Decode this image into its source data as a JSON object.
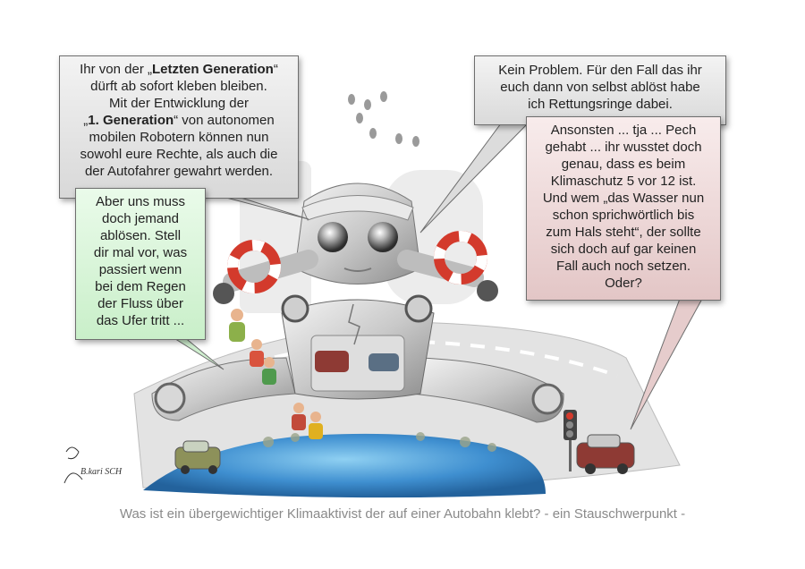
{
  "bubble_top_left": {
    "lines": [
      "Ihr von der „Letzten Generation“",
      "dürft ab sofort kleben bleiben.",
      "Mit der Entwicklung der",
      "„1. Generation“ von autonomen",
      "mobilen Robotern können nun",
      "sowohl eure Rechte, als auch die",
      "der Autofahrer gewahrt werden."
    ]
  },
  "bubble_green": {
    "lines": [
      "Aber uns muss",
      "doch jemand",
      "ablösen. Stell",
      "dir mal vor, was",
      "passiert wenn",
      "bei dem Regen",
      "der Fluss über",
      "das Ufer tritt ..."
    ]
  },
  "bubble_top_right": {
    "lines": [
      "Kein Problem. Für den Fall das ihr",
      "euch dann von selbst ablöst habe",
      "ich Rettungsringe dabei."
    ]
  },
  "bubble_pink": {
    "lines": [
      "Ansonsten ... tja ... Pech",
      "gehabt ... ihr wusstet doch",
      "genau, dass es beim",
      "Klimaschutz 5 vor 12 ist.",
      "Und wem „das Wasser nun",
      "schon sprichwörtlich bis",
      "zum Hals steht“, der sollte",
      "sich doch auf gar keinen",
      "Fall  auch noch setzen.",
      "Oder?"
    ]
  },
  "caption": "Was ist ein übergewichtiger Klimaaktivist der auf einer Autobahn klebt? - ein Stauschwerpunkt -",
  "signature": "B.kari SCH",
  "colors": {
    "bubble_green": "#d8f5d8",
    "bubble_pink": "#eed8d8",
    "bubble_grey": "#e6e6e6",
    "water": "#3f8fd0",
    "robot": "#cfcfcf",
    "lifebuoy": "#d33a2c"
  }
}
